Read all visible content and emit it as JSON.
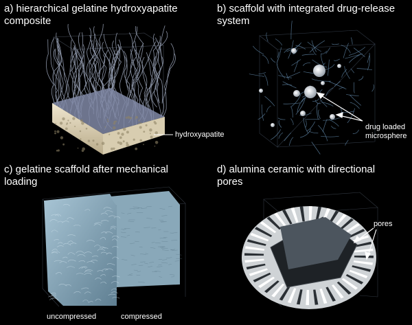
{
  "panels": {
    "a": {
      "title": "a) hierarchical gelatine hydroxyapatite composite",
      "title_line1": "a) hierarchical gelatine hydroxyapatite",
      "title_line2": "composite",
      "label": "hydroxyapatite"
    },
    "b": {
      "title_line1": "b) scaffold with integrated drug-release",
      "title_line2": "system",
      "label_line1": "drug loaded",
      "label_line2": "microsphere"
    },
    "c": {
      "title_line1": "c) gelatine scaffold after mechanical",
      "title_line2": "loading",
      "label_left": "uncompressed",
      "label_right": "compressed"
    },
    "d": {
      "title_line1": "d) alumina ceramic with directional",
      "title_line2": "pores",
      "label": "pores"
    }
  },
  "colors": {
    "background": "#000000",
    "fiber": "#b9c4dc",
    "hydroxyapatite": "#e6dcc4",
    "scaffold": "#8fb3c6",
    "ceramic": "#f2f2f2"
  }
}
